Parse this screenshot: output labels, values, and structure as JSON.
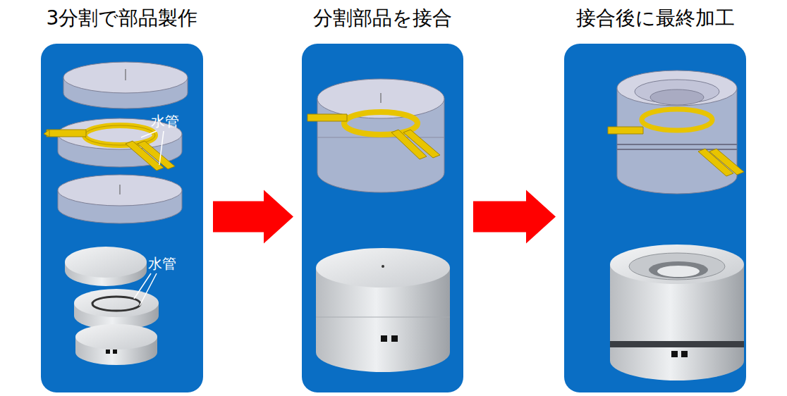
{
  "diagram": {
    "nodes": [
      {
        "text": [
          "3分割で部品製作"
        ]
      },
      {
        "text": [
          "分割部品を接合"
        ]
      },
      {
        "text": [
          "接合後に最終加工"
        ]
      }
    ],
    "edges": [
      {
        "from": 0,
        "to": 1,
        "arrow": "to"
      },
      {
        "from": 1,
        "to": 2,
        "arrow": "to"
      }
    ],
    "labels": [
      "水管",
      "水管"
    ]
  }
}
